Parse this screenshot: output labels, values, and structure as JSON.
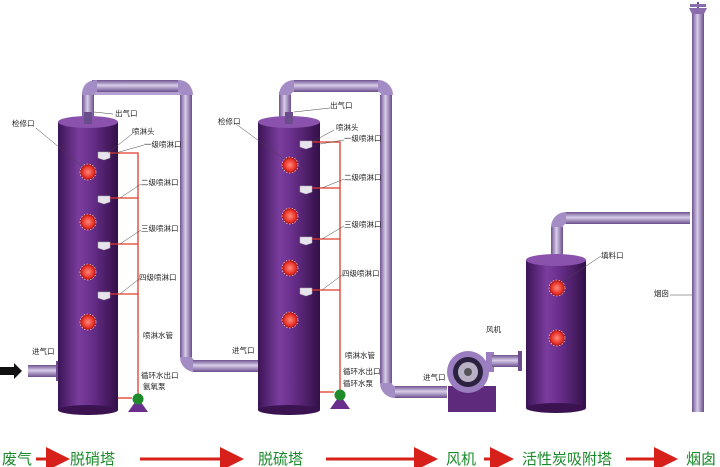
{
  "labels": {
    "t1_inspection": "检修口",
    "t1_outlet": "出气口",
    "t1_nozzle": "喷淋头",
    "t1_spray1": "一级喷淋口",
    "t1_spray2": "二级喷淋口",
    "t1_spray3": "三级喷淋口",
    "t1_spray4": "四级喷淋口",
    "t1_pipe": "喷淋水管",
    "t1_water_out": "循环水出口",
    "t1_pump": "氨氧泵",
    "t1_inlet": "进气口",
    "t2_inspection": "检修口",
    "t2_outlet": "出气口",
    "t2_nozzle": "喷淋头",
    "t2_spray1": "一级喷淋口",
    "t2_spray2": "二级喷淋口",
    "t2_spray3": "三级喷淋口",
    "t2_spray4": "四级喷淋口",
    "t2_pipe": "喷淋水管",
    "t2_water_out": "循环水出口",
    "t2_pump": "循环水泵",
    "t2_inlet": "进气口",
    "fan": "风机",
    "fan_inlet": "进气口",
    "packing": "填料口",
    "chimney": "烟囱"
  },
  "flow": [
    "废气",
    "脱硝塔",
    "脱硫塔",
    "风机",
    "活性炭吸附塔",
    "烟囱"
  ],
  "colors": {
    "tower": "#5e2a7c",
    "pipe": "#9b7ec0",
    "red_pipe": "#e23a2a",
    "arrow": "#d8201a",
    "flow_text": "#1a8a2a",
    "pump": "#1f8a2a"
  }
}
